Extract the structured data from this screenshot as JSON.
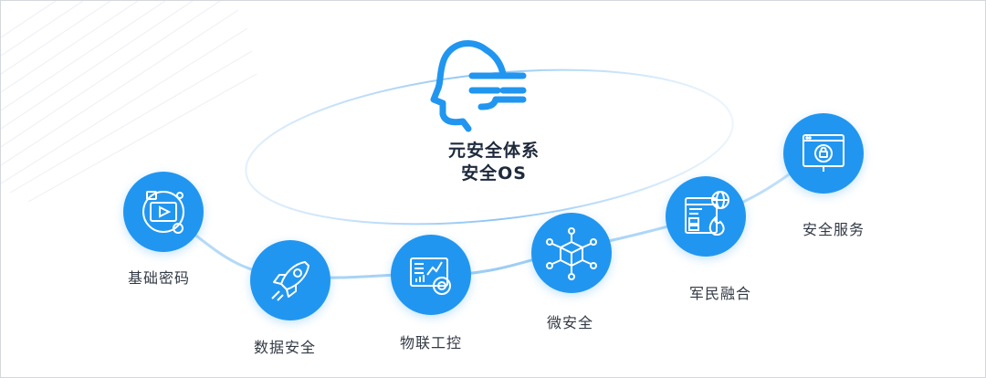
{
  "center": {
    "title_line1": "元安全体系",
    "title_line2": "安全OS"
  },
  "nodes": [
    {
      "label": "基础密码",
      "icon": "basic-crypto-icon"
    },
    {
      "label": "数据安全",
      "icon": "rocket-icon"
    },
    {
      "label": "物联工控",
      "icon": "iot-dashboard-icon"
    },
    {
      "label": "微安全",
      "icon": "cube-network-icon"
    },
    {
      "label": "军民融合",
      "icon": "globe-firewall-icon"
    },
    {
      "label": "安全服务",
      "icon": "secure-browser-icon"
    }
  ],
  "colors": {
    "accent": "#2196f0",
    "curve": "#a9d2f5",
    "title": "#1e2a3c",
    "label": "#333a45"
  }
}
